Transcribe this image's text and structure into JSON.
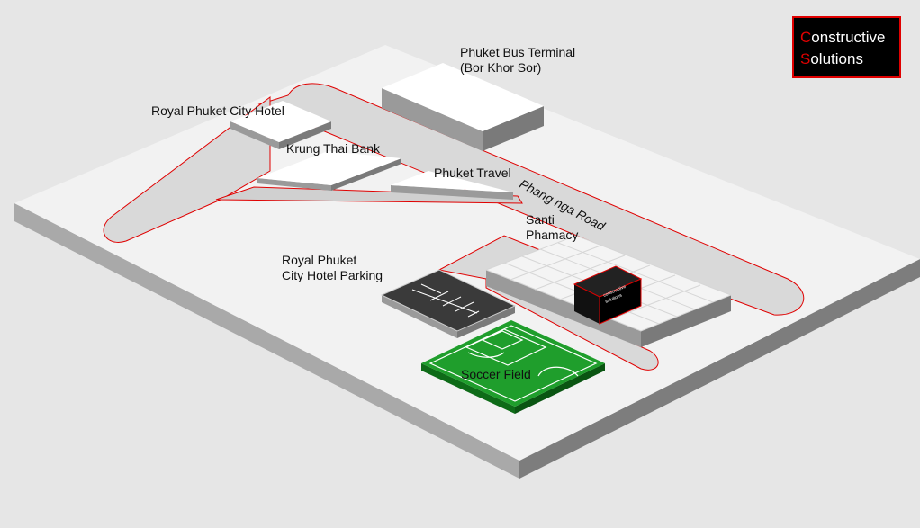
{
  "labels": {
    "bus_terminal_1": "Phuket Bus Terminal",
    "bus_terminal_2": "(Bor Khor Sor)",
    "royal_hotel": "Royal Phuket City Hotel",
    "krung_thai": "Krung Thai Bank",
    "phuket_travel": "Phuket Travel",
    "road": "Phang nga Road",
    "santi_1": "Santi",
    "santi_2": "Phamacy",
    "parking_1": "Royal Phuket",
    "parking_2": "City Hotel Parking",
    "soccer": "Soccer Field"
  },
  "logo": {
    "line1_first": "C",
    "line1_rest": "onstructive",
    "line2_first": "S",
    "line2_rest": "olutions",
    "building_sign_1": "constructive",
    "building_sign_2": "solutions"
  },
  "colors": {
    "background": "#e6e6e6",
    "road_outline": "#e00000",
    "field": "#1f9e2c",
    "logo_box": "#000000"
  }
}
